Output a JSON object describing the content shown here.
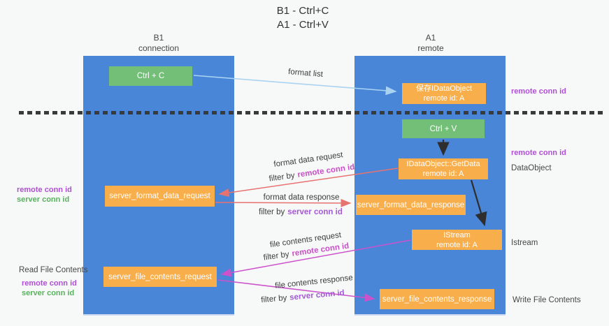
{
  "title": {
    "line1": "B1 - Ctrl+C",
    "line2": "A1 - Ctrl+V"
  },
  "lanes": {
    "left": {
      "name": "B1",
      "role": "connection"
    },
    "right": {
      "name": "A1",
      "role": "remote"
    }
  },
  "boxes": {
    "ctrl_c": {
      "label": "Ctrl + C"
    },
    "ctrl_v": {
      "label": "Ctrl + V"
    },
    "save_dataobject": {
      "line1": "保存IDataObject",
      "line2": "remote id: A"
    },
    "getdata": {
      "line1": "IDataObject::GetData",
      "line2": "remote id: A"
    },
    "istream": {
      "line1": "IStream",
      "line2": "remote id: A"
    },
    "format_request": {
      "label": "server_format_data_request"
    },
    "format_response": {
      "label": "server_format_data_response"
    },
    "file_request": {
      "label": "server_file_contents_request"
    },
    "file_response": {
      "label": "server_file_contents_response"
    }
  },
  "flows": {
    "format_list": "format list",
    "format_data_request": "format data request",
    "format_data_response": "format data response",
    "file_contents_request": "file contents request",
    "file_contents_response": "file contents response",
    "filter_by": "filter by",
    "remote_conn_id": "remote conn id",
    "server_conn_id": "server conn id"
  },
  "annotations": {
    "left_format": {
      "remote": "remote conn id",
      "server": "server conn id"
    },
    "left_file": {
      "title": "Read File Contents",
      "remote": "remote conn id",
      "server": "server conn id"
    },
    "right_save": {
      "remote": "remote conn id"
    },
    "right_getdata": {
      "remote": "remote conn id",
      "object": "DataObject"
    },
    "right_istream": {
      "object": "Istream"
    },
    "right_file": {
      "action": "Write File Contents"
    }
  },
  "colors": {
    "lane_blue": "#4a86d8",
    "box_green": "#74bf78",
    "box_orange": "#f9ae4c",
    "arrow_lightblue": "#a9d3f1",
    "arrow_red": "#e77370",
    "arrow_magenta": "#cc52cc",
    "arrow_black": "#2e2e2e",
    "label_purple": "#b04fd6",
    "label_green": "#58b25e",
    "filter_remote_magenta": "#cb4fc8",
    "filter_server_purple": "#a55ad5"
  }
}
